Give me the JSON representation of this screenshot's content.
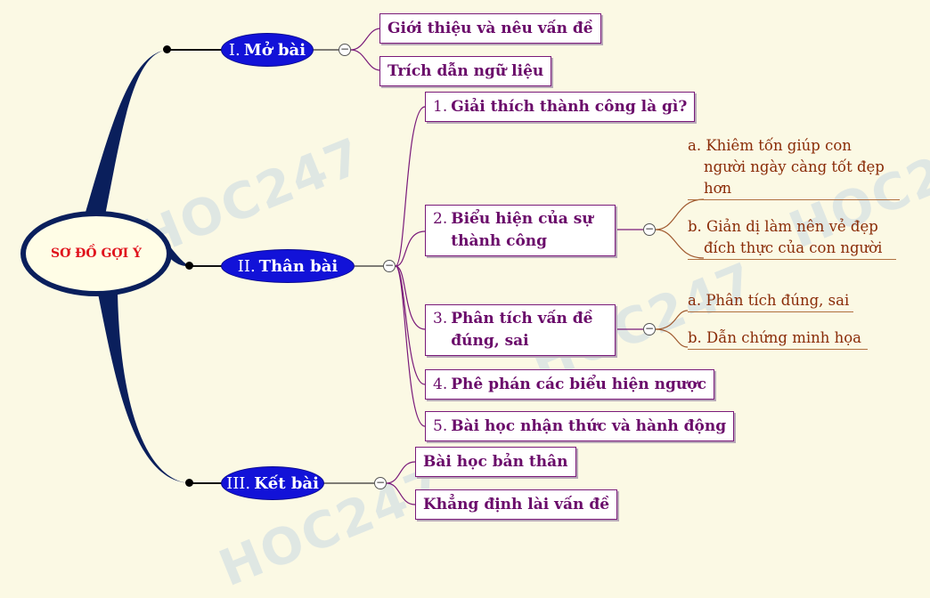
{
  "watermark": "HOC247",
  "root": {
    "label": "SƠ ĐỒ GỢI Ý"
  },
  "sections": [
    {
      "num": "I.",
      "title": "Mở bài"
    },
    {
      "num": "II.",
      "title": "Thân bài"
    },
    {
      "num": "III.",
      "title": "Kết bài"
    }
  ],
  "mo_bai": [
    "Giới thiệu và nêu vấn đề",
    "Trích dẫn ngữ liệu"
  ],
  "than_bai": [
    {
      "num": "1.",
      "line1": "Giải thích thành công là gì?"
    },
    {
      "num": "2.",
      "line1": "Biểu hiện của sự",
      "line2": "thành công"
    },
    {
      "num": "3.",
      "line1": "Phân tích vấn đề",
      "line2": "đúng, sai"
    },
    {
      "num": "4.",
      "line1": "Phê phán các biểu hiện ngược"
    },
    {
      "num": "5.",
      "line1": "Bài học nhận thức và hành động"
    }
  ],
  "bieu_hien_leaves": [
    {
      "lines": [
        "a. Khiêm tốn giúp con",
        "người ngày càng tốt đẹp",
        "hơn"
      ]
    },
    {
      "lines": [
        "b. Giản dị làm nên vẻ đẹp",
        "đích thực của con người"
      ]
    }
  ],
  "phan_tich_leaves": [
    {
      "lines": [
        "a. Phân tích đúng, sai"
      ]
    },
    {
      "lines": [
        "b. Dẫn chứng minh họa"
      ]
    }
  ],
  "ket_bai": [
    "Bài học bản thân",
    "Khẳng định lài vấn đề"
  ],
  "colors": {
    "background": "#fbf9e4",
    "trunk": "#0a1f5c",
    "section": "#1212d8",
    "box_text": "#6a0b6a",
    "leaf_text": "#8a2c08",
    "root_text": "#e0141e"
  }
}
